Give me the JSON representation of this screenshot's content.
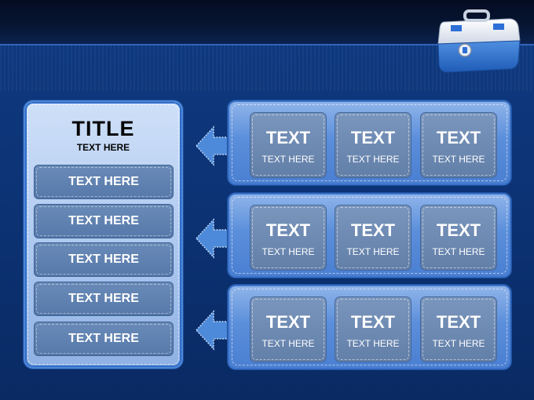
{
  "slide": {
    "title": "TITLE",
    "subtitle": "TEXT HERE",
    "left_items": [
      "TEXT HERE",
      "TEXT HERE",
      "TEXT HERE",
      "TEXT HERE",
      "TEXT HERE"
    ],
    "rows": [
      {
        "cells": [
          {
            "heading": "TEXT",
            "caption": "TEXT HERE"
          },
          {
            "heading": "TEXT",
            "caption": "TEXT HERE"
          },
          {
            "heading": "TEXT",
            "caption": "TEXT HERE"
          }
        ]
      },
      {
        "cells": [
          {
            "heading": "TEXT",
            "caption": "TEXT HERE"
          },
          {
            "heading": "TEXT",
            "caption": "TEXT HERE"
          },
          {
            "heading": "TEXT",
            "caption": "TEXT HERE"
          }
        ]
      },
      {
        "cells": [
          {
            "heading": "TEXT",
            "caption": "TEXT HERE"
          },
          {
            "heading": "TEXT",
            "caption": "TEXT HERE"
          },
          {
            "heading": "TEXT",
            "caption": "TEXT HERE"
          }
        ]
      }
    ]
  },
  "colors": {
    "background": "#0c3273",
    "panel_light": "#cfe0f8",
    "panel_row": "#5b8fdb",
    "item_fill": "#5679aa",
    "title_text": "#050505",
    "item_text": "#ffffff"
  },
  "icons": [
    "toolbox-icon",
    "left-arrow-icon"
  ]
}
